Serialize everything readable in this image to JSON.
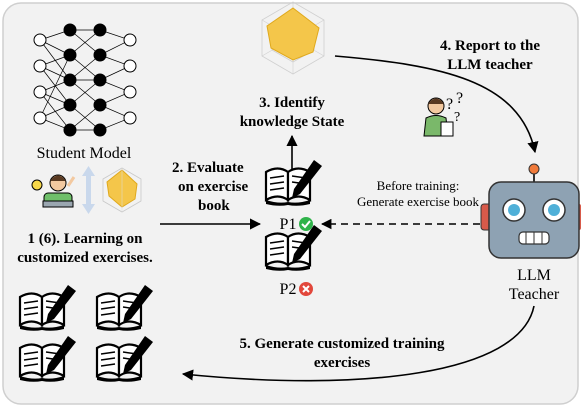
{
  "student_model": {
    "label": "Student Model"
  },
  "steps": {
    "identify": {
      "line1": "3. Identify",
      "line2": "knowledge State"
    },
    "report": {
      "line1": "4. Report to the",
      "line2": "LLM teacher"
    },
    "evaluate": {
      "line1": "2. Evaluate",
      "line2": "on exercise",
      "line3": "book"
    },
    "learning": {
      "line1": "1 (6). Learning on",
      "line2": "customized exercises."
    },
    "generate": {
      "line1": "5. Generate customized training",
      "line2": "exercises"
    }
  },
  "before_training": {
    "line1": "Before training:",
    "line2": "Generate exercise book"
  },
  "papers": {
    "p1": {
      "label": "P1",
      "status": "pass"
    },
    "p2": {
      "label": "P2",
      "status": "fail"
    }
  },
  "teacher": {
    "line1": "LLM",
    "line2": "Teacher"
  },
  "icons": [
    "neural-network-icon",
    "radar-chart-icon",
    "student-icon",
    "teacher-person-icon",
    "question-marks-icon",
    "robot-icon",
    "book-pencil-icon",
    "check-icon",
    "cross-icon",
    "swap-arrow-icon"
  ],
  "colors": {
    "background": "#f2f2f2",
    "radar": "#f4c64a",
    "check": "#2fb34a",
    "cross": "#e2473b",
    "robot_body": "#8ea2b3",
    "robot_eye": "#4fb0d8",
    "robot_ear": "#d85a4a"
  }
}
